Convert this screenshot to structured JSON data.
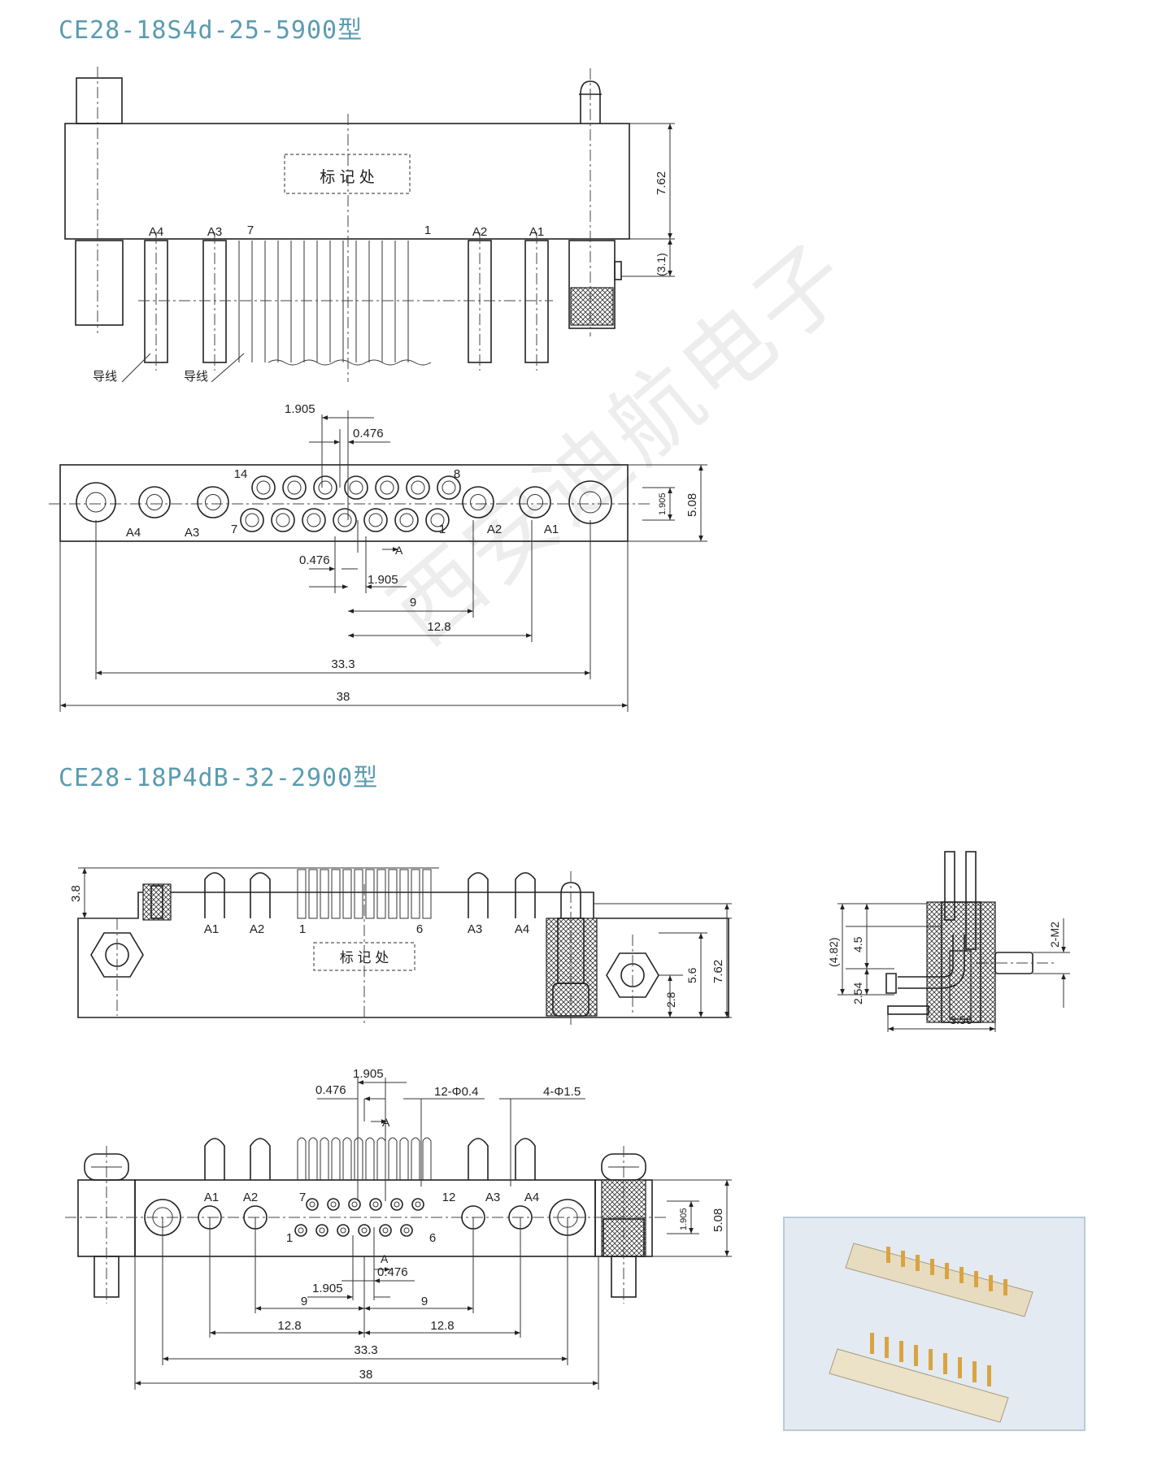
{
  "titles": {
    "top": "CE28-18S4d-25-5900型",
    "bottom": "CE28-18P4dB-32-2900型"
  },
  "watermark": "西安迪航电子",
  "labels": {
    "marking": "标 记 处",
    "wire": "导线"
  },
  "contacts": {
    "power": [
      "A1",
      "A2",
      "A3",
      "A4"
    ],
    "signal_top": {
      "first": "1",
      "seventh": "7"
    },
    "signal_row_top": {
      "left": "14",
      "right": "8"
    },
    "signal_row_bottom": {
      "left": "7",
      "right": "1"
    },
    "bottom_view_top": {
      "left": "7",
      "right": "12"
    },
    "bottom_view_bottom": {
      "left": "1",
      "right": "6"
    },
    "side_bottom": {
      "left": "1",
      "right": "6"
    },
    "section_mark": "A"
  },
  "dimensions_top": {
    "height": "7.62",
    "tail": "(3.1)",
    "pitch": "1.905",
    "offset": "0.476",
    "row_gap": "1.905",
    "width_small": "5.08",
    "offset2": "0.476",
    "pitch2": "1.905",
    "d9": "9",
    "d128": "12.8",
    "d333": "33.3",
    "d38": "38"
  },
  "dimensions_bottom": {
    "pin_height": "3.8",
    "d28": "2.8",
    "d56": "5.6",
    "d762": "7.62",
    "pitch": "1.905",
    "offset": "0.476",
    "holes_small": "12-Φ0.4",
    "holes_large": "4-Φ1.5",
    "row_gap": "1.905",
    "width_small": "5.08",
    "offset2": "0.476",
    "pitch2": "1.905",
    "d9_left": "9",
    "d9_right": "9",
    "d128_left": "12.8",
    "d128_right": "12.8",
    "d333": "33.3",
    "d38": "38"
  },
  "dimensions_side": {
    "d482": "(4.82)",
    "d45": "4.5",
    "d254": "2.54",
    "thread": "2-M2",
    "d356": "3.56"
  }
}
